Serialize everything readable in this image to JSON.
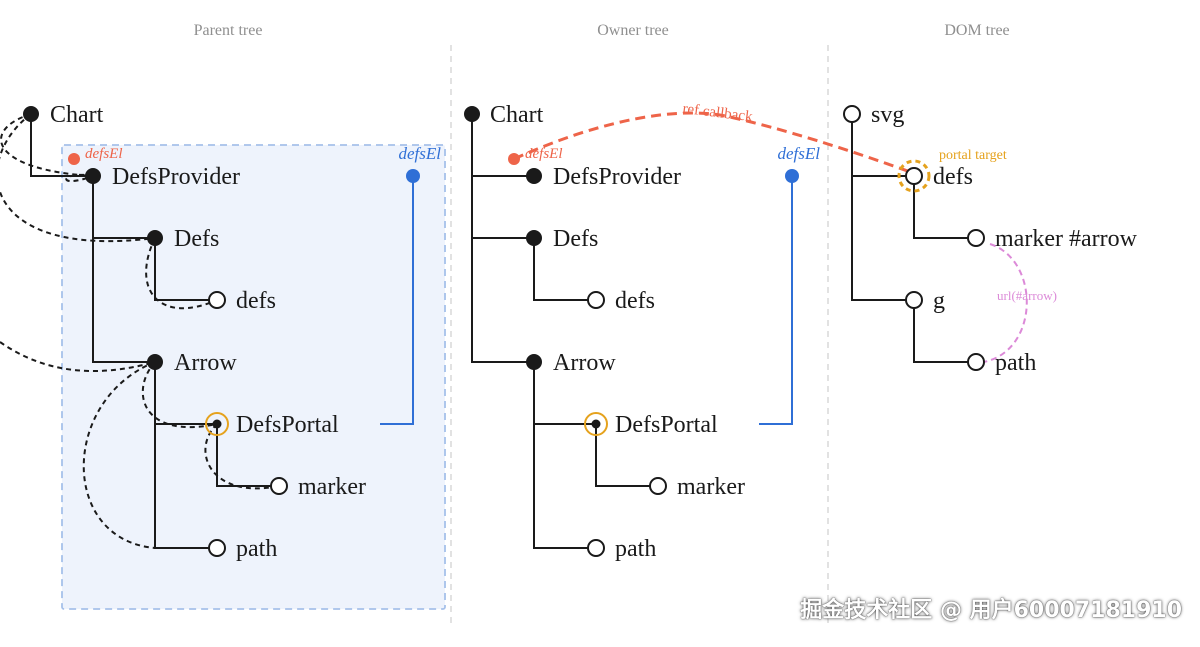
{
  "panels": {
    "parent": {
      "title": "Parent tree"
    },
    "owner": {
      "title": "Owner tree"
    },
    "dom": {
      "title": "DOM tree"
    }
  },
  "parent_tree": {
    "nodes": {
      "chart": "Chart",
      "defs_provider": "DefsProvider",
      "defs_component": "Defs",
      "defs_element": "defs",
      "arrow": "Arrow",
      "defs_portal": "DefsPortal",
      "marker": "marker",
      "path": "path"
    },
    "annotations": {
      "red_label": "defsEl",
      "blue_label": "defsEl"
    }
  },
  "owner_tree": {
    "nodes": {
      "chart": "Chart",
      "defs_provider": "DefsProvider",
      "defs_component": "Defs",
      "defs_element": "defs",
      "arrow": "Arrow",
      "defs_portal": "DefsPortal",
      "marker": "marker",
      "path": "path"
    },
    "annotations": {
      "red_label": "defsEl",
      "blue_label": "defsEl",
      "ref_callback": "ref callback"
    }
  },
  "dom_tree": {
    "nodes": {
      "svg": "svg",
      "defs": "defs",
      "marker": "marker #arrow",
      "g": "g",
      "path": "path"
    },
    "annotations": {
      "portal_target": "portal target",
      "url_ref": "url(#arrow)"
    }
  },
  "colors": {
    "red": "#ee6449",
    "blue": "#2f6fd6",
    "orange": "#e5a21d",
    "pink": "#dc8ad8",
    "box_fill": "#eef3fc",
    "box_stroke": "#a6c1ea"
  },
  "watermark": "掘金技术社区 @ 用户60007181910"
}
